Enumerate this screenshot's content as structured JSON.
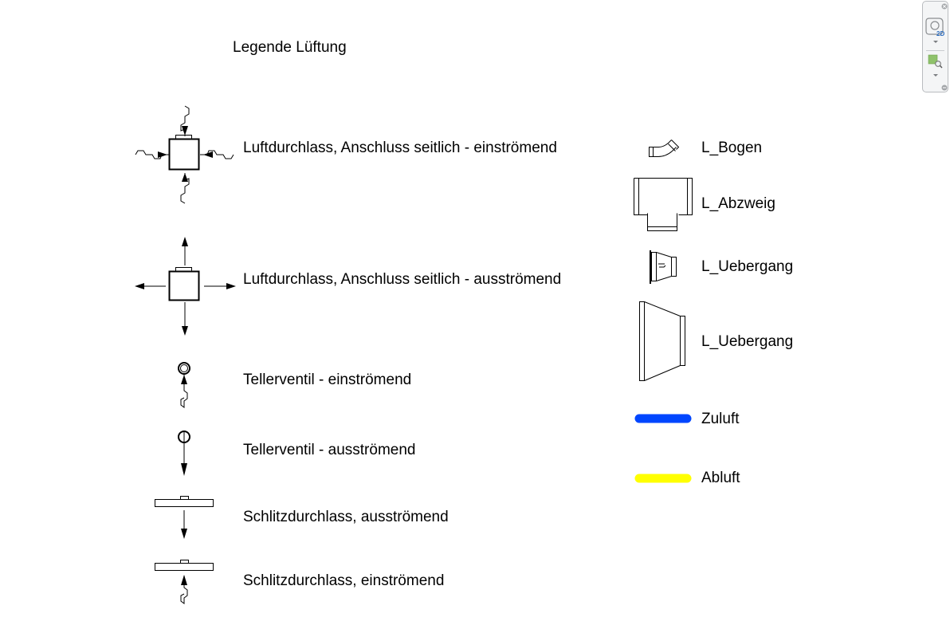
{
  "title": "Legende Lüftung",
  "left_legend": [
    {
      "symbol": "air-outlet-side-connection-inflow-icon",
      "label": "Luftdurchlass, Anschluss seitlich - einströmend"
    },
    {
      "symbol": "air-outlet-side-connection-outflow-icon",
      "label": "Luftdurchlass, Anschluss seitlich - ausströmend"
    },
    {
      "symbol": "disc-valve-inflow-icon",
      "label": "Tellerventil - einströmend"
    },
    {
      "symbol": "disc-valve-outflow-icon",
      "label": "Tellerventil - ausströmend"
    },
    {
      "symbol": "slot-diffuser-outflow-icon",
      "label": "Schlitzdurchlass, ausströmend"
    },
    {
      "symbol": "slot-diffuser-inflow-icon",
      "label": "Schlitzdurchlass, einströmend"
    }
  ],
  "right_legend": [
    {
      "symbol": "duct-bend-icon",
      "label": "L_Bogen"
    },
    {
      "symbol": "duct-tee-icon",
      "label": "L_Abzweig"
    },
    {
      "symbol": "duct-transition-small-icon",
      "label": "L_Uebergang"
    },
    {
      "symbol": "duct-transition-large-icon",
      "label": "L_Uebergang"
    },
    {
      "symbol": "supply-air-line-icon",
      "label": "Zuluft",
      "color": "#0046ff"
    },
    {
      "symbol": "exhaust-air-line-icon",
      "label": "Abluft",
      "color": "#ffff00"
    }
  ],
  "navigation_bar": {
    "close": "close-icon",
    "wheel": "2D",
    "wheel_icon": "2d-steering-wheel-icon",
    "zoom_icon": "zoom-window-icon",
    "menu_icon": "navigation-bar-options-icon"
  }
}
